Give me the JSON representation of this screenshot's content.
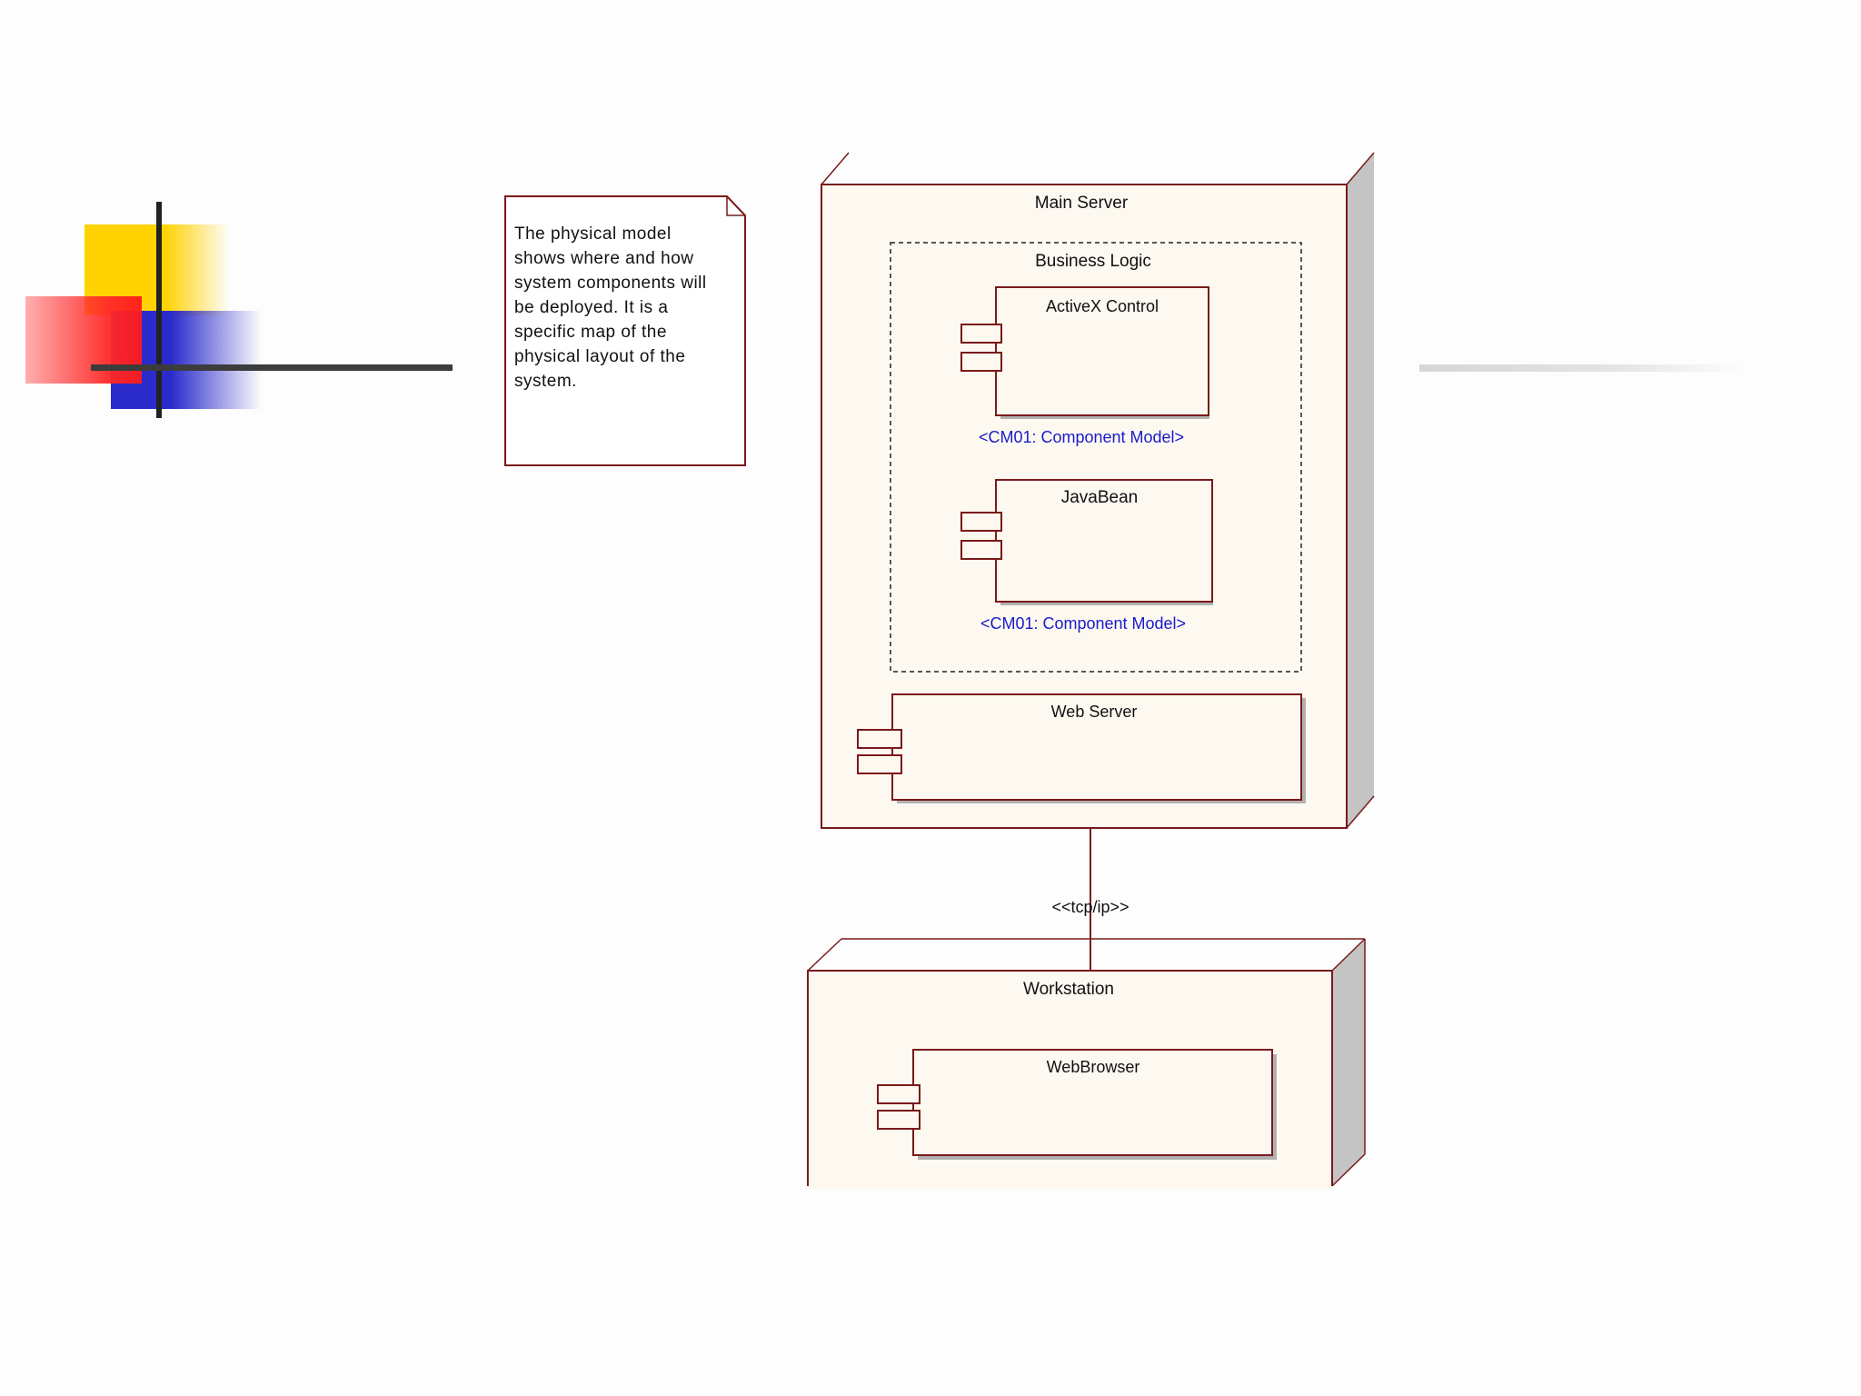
{
  "note": {
    "text": "The physical model\nshows where and how\nsystem components will\nbe deployed. It is a\nspecific map of the\nphysical layout of the\nsystem."
  },
  "nodes": {
    "main_server": {
      "label": "Main Server"
    },
    "workstation": {
      "label": "Workstation"
    }
  },
  "package": {
    "label": "Business Logic"
  },
  "components": {
    "activex": {
      "label": "ActiveX Control",
      "stereotype": "<CM01: Component Model>"
    },
    "javabean": {
      "label": "JavaBean",
      "stereotype": "<CM01: Component Model>"
    },
    "web_server": {
      "label": "Web Server"
    },
    "web_browser": {
      "label": "WebBrowser"
    }
  },
  "connection": {
    "label": "<<tcp/ip>>"
  },
  "colors": {
    "outline": "#7a1a1a",
    "node_fill": "#fdf9f1",
    "stereotype": "#1a1acc",
    "depth": "#c4c4c4"
  }
}
